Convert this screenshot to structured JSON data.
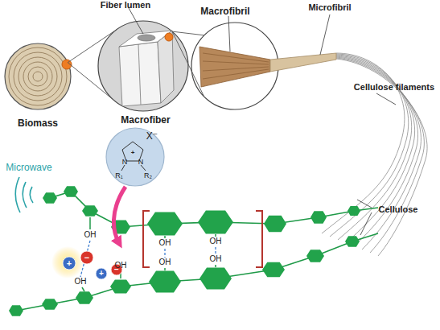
{
  "diagram": {
    "nodes": [
      {
        "text": [
          "Biomass"
        ]
      },
      {
        "text": [
          "Macrofiber"
        ]
      },
      {
        "text": [
          "Macrofibril"
        ]
      },
      {
        "text": [
          "N",
          "N",
          "R₁",
          "R₂",
          "X⁻"
        ]
      }
    ],
    "edges": [
      {
        "from": 0,
        "to": 1,
        "arrow": "none"
      },
      {
        "from": 0,
        "to": 1,
        "arrow": "none"
      },
      {
        "from": 1,
        "to": 2,
        "arrow": "none"
      },
      {
        "from": 1,
        "to": 2,
        "arrow": "none"
      }
    ],
    "labels": [
      "Fiber lumen",
      "Microfibril",
      "Cellulose filaments",
      "Microwave",
      "Cellulose",
      "+",
      "+",
      "−",
      "+",
      "−",
      "OH",
      "OH",
      "OH",
      "OH",
      "OH",
      "OH",
      "OH"
    ]
  }
}
